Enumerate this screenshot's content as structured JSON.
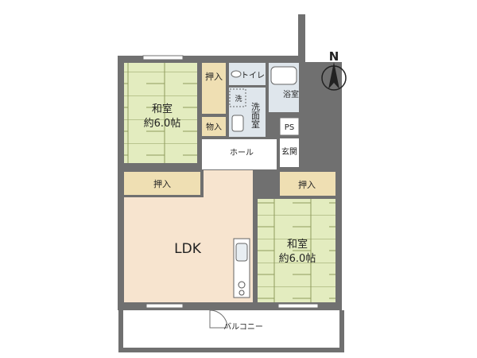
{
  "compass": {
    "letter": "N"
  },
  "rooms": {
    "washitsu_nw": {
      "name": "和室",
      "size": "約6.0帖"
    },
    "oshiire_nw": "押入",
    "monoire": "物入",
    "toilet": "トイレ",
    "sen": "洗",
    "senmenshitsu": "洗面室",
    "yokushitsu": "浴室",
    "ps": "PS",
    "genkan": "玄関",
    "hall": "ホール",
    "oshiire_ldk": "押入",
    "oshiire_se": "押入",
    "ldk": "LDK",
    "washitsu_se": {
      "name": "和室",
      "size": "約6.0帖"
    },
    "balcony": "バルコニー"
  },
  "colors": {
    "wall": "#707070",
    "tatami": "#e3ecbf",
    "tatami_line": "#8f9b5e",
    "closet": "#efdfb3",
    "ldk": "#f7e4cf",
    "wet": "#dfe6ec",
    "floor": "#ffffff"
  }
}
